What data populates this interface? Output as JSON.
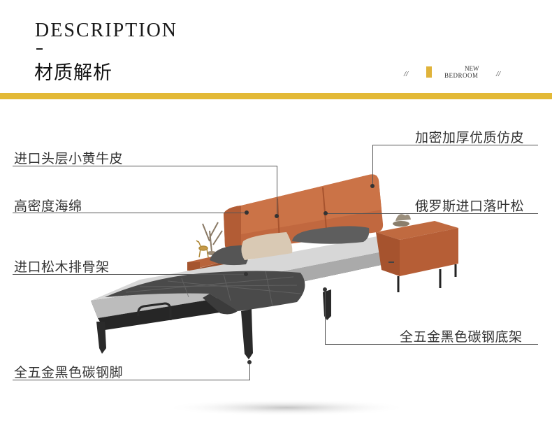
{
  "header": {
    "title_en": "DESCRIPTION",
    "title_cn": "材质解析",
    "badge_slash": "//",
    "badge_line1": "NEW",
    "badge_line2": "BEDROOM"
  },
  "callouts": {
    "left": [
      "进口头层小黄牛皮",
      "高密度海绵",
      "进口松木排骨架",
      "全五金黑色碳钢脚"
    ],
    "right": [
      "加密加厚优质仿皮",
      "俄罗斯进口落叶松",
      "全五金黑色碳钢底架"
    ]
  },
  "colors": {
    "accent": "#e3b936",
    "leather": "#c1683f",
    "mattress": "#c8c8c8",
    "blanket": "#4a4a4a",
    "frame": "#2b2b2b"
  }
}
